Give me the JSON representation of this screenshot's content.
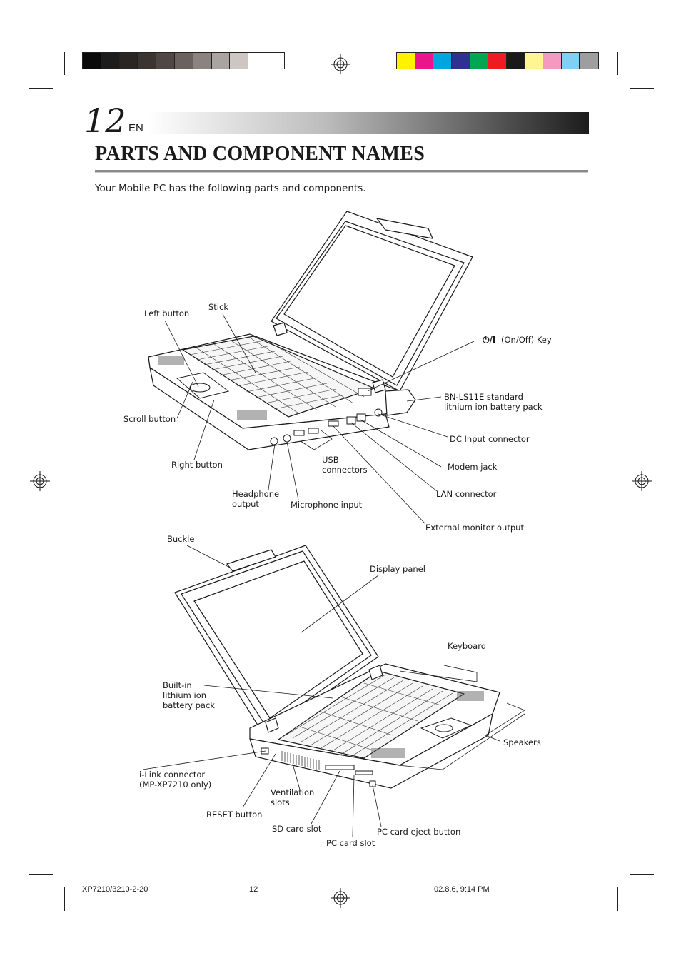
{
  "colors": {
    "gray_swatches": [
      "#0a0a0a",
      "#1c1c1c",
      "#2a2624",
      "#3b3532",
      "#4e4744",
      "#6a625e",
      "#8a8380",
      "#aaa4a0",
      "#cdc6c2",
      "#ffffff"
    ],
    "color_swatches": [
      "#fff200",
      "#e8168a",
      "#00a5e0",
      "#2e3192",
      "#00a651",
      "#ed1c24",
      "#1a1a1a",
      "#fff68f",
      "#f49ac1",
      "#7fd0f2",
      "#9e9e9e"
    ]
  },
  "header": {
    "page_number": "12",
    "language": "EN"
  },
  "title": "PARTS AND COMPONENT NAMES",
  "intro": "Your Mobile PC has the following parts and components.",
  "figure_top": {
    "labels": {
      "stick": "Stick",
      "left_button": "Left button",
      "on_off_key": "(On/Off) Key",
      "battery_pack": "BN-LS11E standard\nlithium ion battery pack",
      "scroll_button": "Scroll button",
      "dc_input": "DC Input connector",
      "right_button": "Right button",
      "usb": "USB\nconnectors",
      "modem": "Modem jack",
      "headphone": "Headphone\noutput",
      "microphone": "Microphone input",
      "lan": "LAN connector",
      "ext_monitor": "External monitor output"
    }
  },
  "figure_bottom": {
    "labels": {
      "buckle": "Buckle",
      "display_panel": "Display panel",
      "keyboard": "Keyboard",
      "builtin_battery": "Built-in\nlithium ion\nbattery pack",
      "speakers": "Speakers",
      "ilink": "i-Link connector\n(MP-XP7210 only)",
      "ventilation": "Ventilation\nslots",
      "reset": "RESET button",
      "sd_slot": "SD card slot",
      "pc_eject": "PC card eject button",
      "pc_slot": "PC card slot"
    }
  },
  "footer": {
    "file": "XP7210/3210-2-20",
    "page": "12",
    "date": "02.8.6, 9:14 PM"
  }
}
